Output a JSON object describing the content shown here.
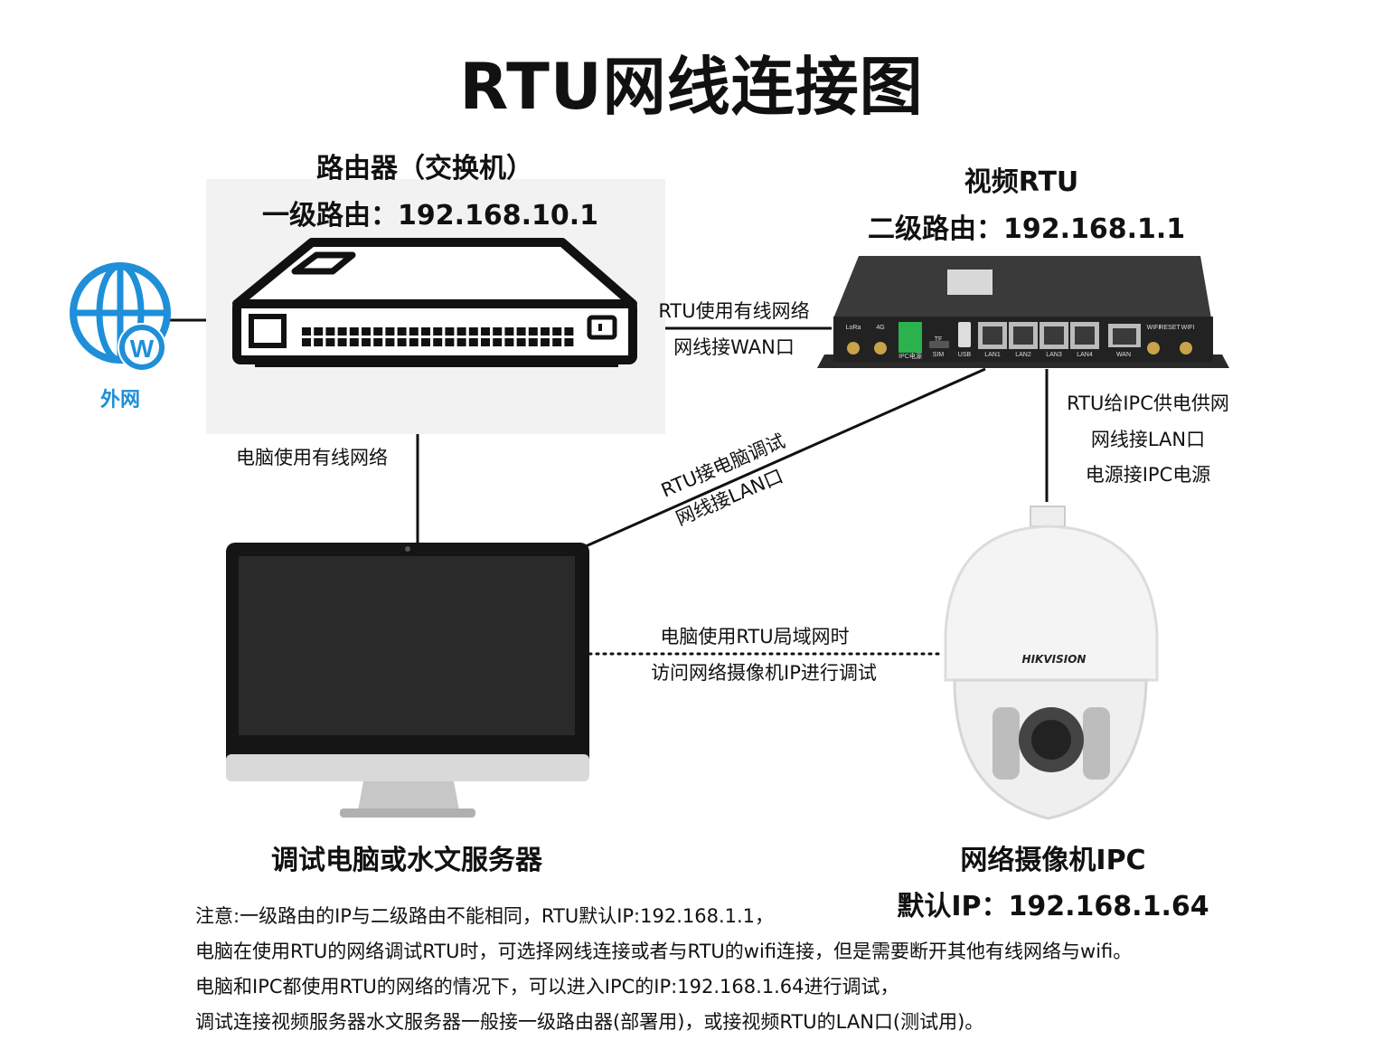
{
  "title": "RTU网线连接图",
  "router": {
    "name": "路由器（交换机）",
    "route": "一级路由：192.168.10.1"
  },
  "rtu": {
    "name": "视频RTU",
    "route": "二级路由：192.168.1.1",
    "port_labels": [
      "LoRa",
      "4G",
      "IPC电源",
      "TF",
      "SIM",
      "USB",
      "LAN1",
      "LAN2",
      "LAN3",
      "LAN4",
      "WAN",
      "WIFI",
      "RESET",
      "WIFI"
    ]
  },
  "internet": {
    "label": "外网"
  },
  "computer": {
    "name": "调试电脑或水文服务器"
  },
  "camera": {
    "name": "网络摄像机IPC",
    "ip": "默认IP：192.168.1.64",
    "brand": "HIKVISION"
  },
  "links": {
    "router_rtu": [
      "RTU使用有线网络",
      "网线接WAN口"
    ],
    "router_pc": "电脑使用有线网络",
    "rtu_pc": [
      "RTU接电脑调试",
      "网线接LAN口"
    ],
    "rtu_ipc": [
      "RTU给IPC供电供网",
      "网线接LAN口",
      "电源接IPC电源"
    ],
    "pc_ipc": [
      "电脑使用RTU局域网时",
      "访问网络摄像机IP进行调试"
    ]
  },
  "notes": [
    "注意:一级路由的IP与二级路由不能相同，RTU默认IP:192.168.1.1，",
    "电脑在使用RTU的网络调试RTU时，可选择网线连接或者与RTU的wifi连接，但是需要断开其他有线网络与wifi。",
    "电脑和IPC都使用RTU的网络的情况下，可以进入IPC的IP:192.168.1.64进行调试，",
    "调试连接视频服务器水文服务器一般接一级路由器(部署用)，或接视频RTU的LAN口(测试用)。"
  ],
  "colors": {
    "globe": "#1e8fd8",
    "rtu_body": "#2b2b2b",
    "terminal": "#2bb24c"
  }
}
